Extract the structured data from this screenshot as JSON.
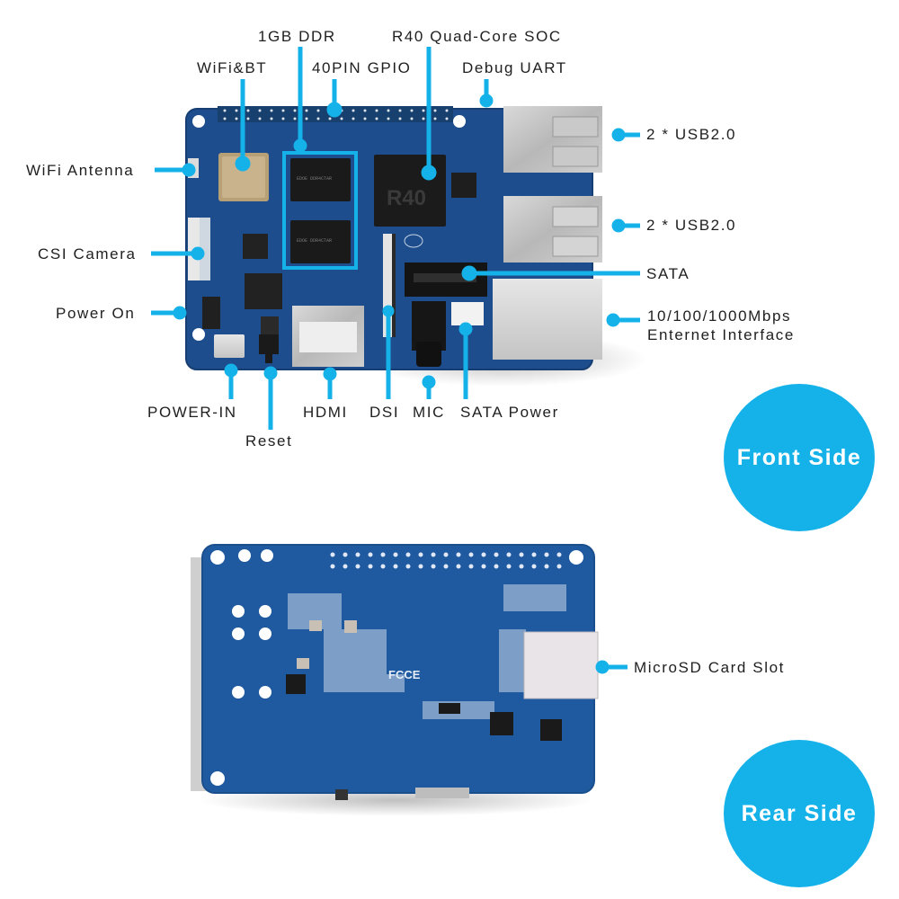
{
  "accent_color": "#15b2ea",
  "board_color": "#1d4d8c",
  "front": {
    "badge": "Front Side",
    "chip_marking": "R40",
    "labels": {
      "ddr": "1GB DDR",
      "soc": "R40 Quad-Core SOC",
      "wifi_bt": "WiFi&BT",
      "gpio": "40PIN GPIO",
      "debug_uart": "Debug UART",
      "usb_top": "2 * USB2.0",
      "usb_bottom": "2 * USB2.0",
      "sata": "SATA",
      "ethernet_line1": "10/100/1000Mbps",
      "ethernet_line2": "Enternet Interface",
      "wifi_antenna": "WiFi Antenna",
      "csi_camera": "CSI Camera",
      "power_on": "Power On",
      "power_in": "POWER-IN",
      "reset": "Reset",
      "hdmi": "HDMI",
      "dsi": "DSI",
      "mic": "MIC",
      "sata_power": "SATA Power"
    }
  },
  "rear": {
    "badge": "Rear Side",
    "labels": {
      "microsd": "MicroSD Card Slot"
    },
    "markings": "FCCE"
  }
}
